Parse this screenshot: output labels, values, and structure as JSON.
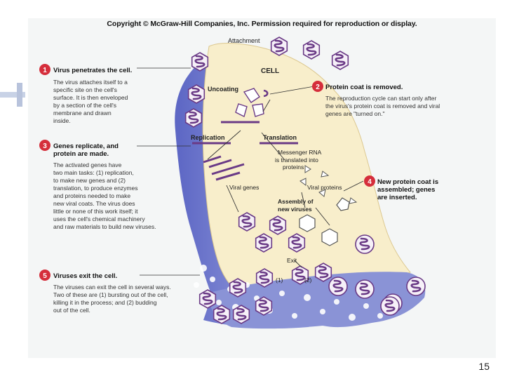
{
  "copyright": "Copyright © McGraw-Hill Companies, Inc. Permission required for reproduction or display.",
  "labels": {
    "attachment": "Attachment",
    "cell": "CELL",
    "uncoating": "Uncoating",
    "replication": "Replication",
    "translation": "Translation",
    "mrna": [
      "Messenger RNA",
      "is translated into",
      "proteins"
    ],
    "viral_genes": "Viral genes",
    "viral_proteins": "Viral proteins",
    "assembly": [
      "Assembly of",
      "new viruses"
    ],
    "exit": "Exit",
    "exit_1": "(1)",
    "exit_2": "(2)"
  },
  "steps": [
    {
      "num": "1",
      "title": [
        "Virus penetrates the cell."
      ],
      "body": [
        "The virus attaches itself to a",
        "specific site on the cell's",
        "surface. It is then enveloped",
        "by a section of the cell's",
        "membrane and drawn",
        "inside."
      ]
    },
    {
      "num": "2",
      "title": [
        "Protein coat is removed."
      ],
      "body": [
        "The reproduction cycle can start only after",
        "the virus's protein coat is removed and viral",
        "genes are \"turned on.\""
      ]
    },
    {
      "num": "3",
      "title": [
        "Genes replicate, and",
        "protein are made."
      ],
      "body": [
        "The activated genes have",
        "two main tasks: (1) replication,",
        "to make new genes and (2)",
        "translation, to produce enzymes",
        "and proteins needed to make",
        "new viral coats. The virus does",
        "little or none of this work itself; it",
        "uses the cell's chemical machinery",
        "and raw materials to build new viruses."
      ]
    },
    {
      "num": "4",
      "title": [
        "New protein coat is",
        "assembled; genes",
        "are inserted."
      ],
      "body": []
    },
    {
      "num": "5",
      "title": [
        "Viruses exit the cell."
      ],
      "body": [
        "The viruses can exit the cell in several ways.",
        "Two of these are (1) bursting out of the cell,",
        "killing it in the process; and (2) budding",
        "out of the cell."
      ]
    }
  ],
  "slide_number": "15",
  "colors": {
    "cell_fill": "#f8eecb",
    "membrane": "#8a93d6",
    "virus": "#6a3a86",
    "badge": "#d52e3b"
  }
}
